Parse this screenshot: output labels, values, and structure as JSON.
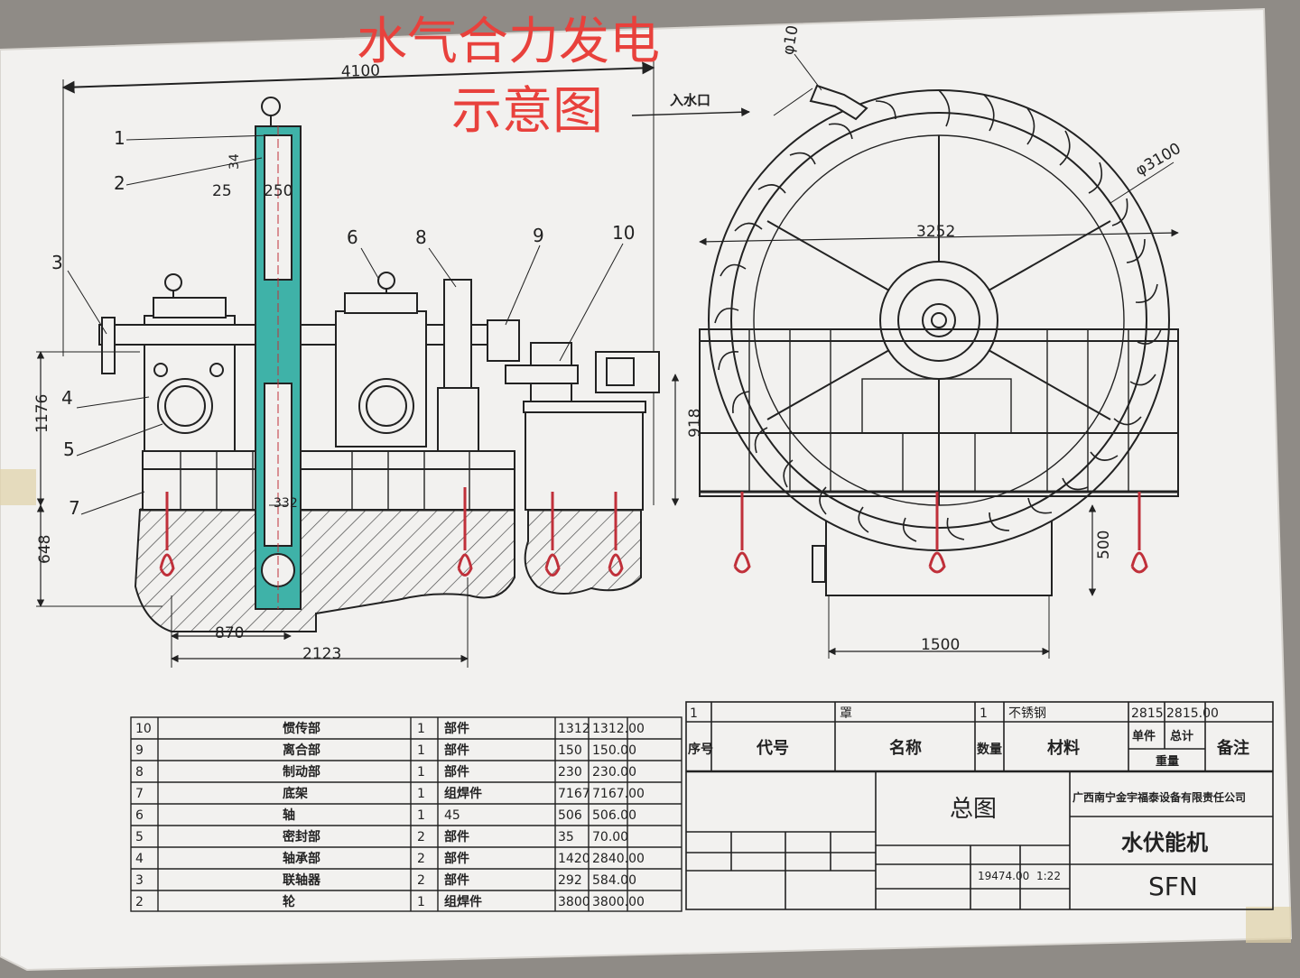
{
  "annotation": {
    "title_line1": "水气合力发电",
    "title_line2": "示意图",
    "color": "#e8413c"
  },
  "inlet_label": "入水口",
  "dimensions": {
    "overall_width": "4100",
    "d_small": "34",
    "d_25": "25",
    "d_250": "250",
    "height_1176": "1176",
    "depth_648": "648",
    "d_332": "332",
    "d_870": "870",
    "d_2123": "2123",
    "height_918": "918",
    "pipe_phi10": "φ10",
    "wheel_phi3100": "φ3100",
    "width_3252": "3252",
    "pit_500": "500",
    "pit_1500": "1500"
  },
  "callouts": [
    "1",
    "2",
    "3",
    "4",
    "5",
    "6",
    "7",
    "8",
    "9",
    "10"
  ],
  "parts_table": {
    "rows": [
      {
        "no": "10",
        "name": "惯传部",
        "qty": "1",
        "material": "部件",
        "unit": "1312",
        "total": "1312.00"
      },
      {
        "no": "9",
        "name": "离合部",
        "qty": "1",
        "material": "部件",
        "unit": "150",
        "total": "150.00"
      },
      {
        "no": "8",
        "name": "制动部",
        "qty": "1",
        "material": "部件",
        "unit": "230",
        "total": "230.00"
      },
      {
        "no": "7",
        "name": "底架",
        "qty": "1",
        "material": "组焊件",
        "unit": "7167",
        "total": "7167.00"
      },
      {
        "no": "6",
        "name": "轴",
        "qty": "1",
        "material": "45",
        "unit": "506",
        "total": "506.00"
      },
      {
        "no": "5",
        "name": "密封部",
        "qty": "2",
        "material": "部件",
        "unit": "35",
        "total": "70.00"
      },
      {
        "no": "4",
        "name": "轴承部",
        "qty": "2",
        "material": "部件",
        "unit": "1420",
        "total": "2840.00"
      },
      {
        "no": "3",
        "name": "联轴器",
        "qty": "2",
        "material": "部件",
        "unit": "292",
        "total": "584.00"
      },
      {
        "no": "2",
        "name": "轮",
        "qty": "1",
        "material": "组焊件",
        "unit": "3800",
        "total": "3800.00"
      }
    ]
  },
  "title_block": {
    "row1_no": "1",
    "row1_name": "罩",
    "row1_qty": "1",
    "row1_material": "不锈钢",
    "row1_unit": "2815",
    "row1_total": "2815.00",
    "h_no": "序号",
    "h_code": "代号",
    "h_name": "名称",
    "h_qty": "数量",
    "h_material": "材料",
    "h_single": "单件",
    "h_total": "总计",
    "h_weight": "重量",
    "h_remark": "备注",
    "drawing_title": "总图",
    "company": "广西南宁金宇福泰设备有限责任公司",
    "product": "水伏能机",
    "code": "SFN",
    "weight_value": "19474.00",
    "scale_value": "1:22"
  }
}
